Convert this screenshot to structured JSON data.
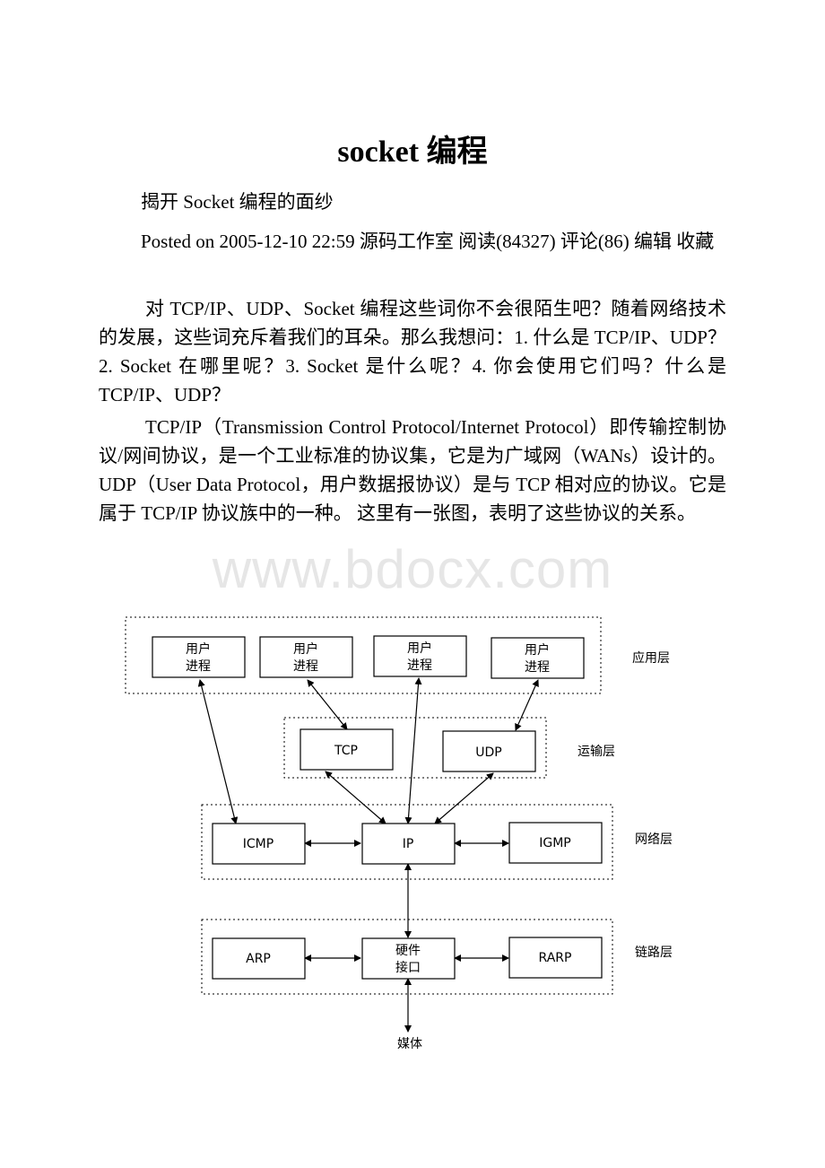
{
  "document": {
    "title": "socket 编程",
    "subtitle": "揭开 Socket 编程的面纱",
    "meta": "Posted on 2005-12-10 22:59 源码工作室 阅读(84327) 评论(86) 编辑 收藏",
    "paragraphs": [
      "对 TCP/IP、UDP、Socket 编程这些词你不会很陌生吧？随着网络技术的发展，这些词充斥着我们的耳朵。那么我想问：1. 什么是 TCP/IP、UDP？2. Socket 在哪里呢？3. Socket 是什么呢？4. 你会使用它们吗？什么是 TCP/IP、UDP？",
      "TCP/IP（Transmission Control Protocol/Internet Protocol）即传输控制协议/网间协议，是一个工业标准的协议集，它是为广域网（WANs）设计的。 UDP（User Data Protocol，用户数据报协议）是与 TCP 相对应的协议。它是属于 TCP/IP 协议族中的一种。 这里有一张图，表明了这些协议的关系。"
    ],
    "watermark": "www.bdocx.com"
  },
  "diagram": {
    "layers": {
      "application": "应用层",
      "transport": "运输层",
      "network": "网络层",
      "link": "链路层"
    },
    "app_process": {
      "line1": "用户",
      "line2": "进程"
    },
    "tcp": "TCP",
    "udp": "UDP",
    "icmp": "ICMP",
    "ip": "IP",
    "igmp": "IGMP",
    "arp": "ARP",
    "hw": {
      "line1": "硬件",
      "line2": "接口"
    },
    "rarp": "RARP",
    "media": "媒体"
  }
}
